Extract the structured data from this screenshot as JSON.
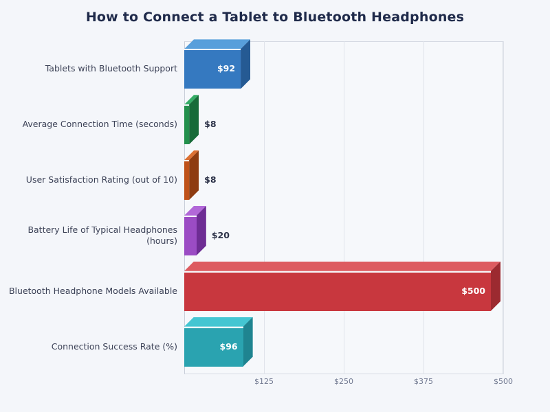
{
  "chart_data": {
    "type": "bar",
    "orientation": "horizontal",
    "style": "3d",
    "title": "How to Connect a Tablet to Bluetooth Headphones",
    "xlabel": "",
    "ylabel": "",
    "xlim": [
      0,
      500
    ],
    "grid": true,
    "legend": null,
    "xticks": [
      "$125",
      "$250",
      "$375",
      "$500"
    ],
    "xtick_values": [
      125,
      250,
      375,
      500
    ],
    "value_prefix": "$",
    "categories": [
      "Tablets with Bluetooth Support",
      "Average Connection Time (seconds)",
      "User Satisfaction Rating (out of 10)",
      "Battery Life of Typical Headphones (hours)",
      "Bluetooth Headphone Models Available",
      "Connection Success Rate (%)"
    ],
    "values": [
      92,
      8,
      8,
      20,
      500,
      96
    ],
    "value_labels": [
      "$92",
      "$8",
      "$8",
      "$20",
      "$500",
      "$96"
    ],
    "colors": [
      "#3579c0",
      "#23904c",
      "#bf5219",
      "#9b4cc4",
      "#c8373e",
      "#2aa3b0"
    ],
    "top_colors": [
      "#589fdb",
      "#35ad66",
      "#dc7134",
      "#b268d8",
      "#dd5b60",
      "#44c6d2"
    ],
    "side_colors": [
      "#255a93",
      "#176b38",
      "#8e3c11",
      "#6e2d94",
      "#9c2a30",
      "#1f8490"
    ],
    "background_color": "#f4f6fa",
    "title_color": "#1f2a4a",
    "label_color": "#3c4257",
    "tick_color": "#707890",
    "grid_color": "#dfe3ea"
  },
  "bars": [
    {
      "label": "Tablets with Bluetooth Support",
      "value_label": "$92",
      "label_lines": [
        "Tablets with Bluetooth Support"
      ]
    },
    {
      "label": "Average Connection Time (seconds)",
      "value_label": "$8",
      "label_lines": [
        "Average Connection Time (seconds)"
      ]
    },
    {
      "label": "User Satisfaction Rating (out of 10)",
      "value_label": "$8",
      "label_lines": [
        "User Satisfaction Rating (out of 10)"
      ]
    },
    {
      "label": "Battery Life of Typical Headphones (hours)",
      "value_label": "$20",
      "label_lines": [
        "Battery Life of Typical Headphones",
        "(hours)"
      ]
    },
    {
      "label": "Bluetooth Headphone Models Available",
      "value_label": "$500",
      "label_lines": [
        "Bluetooth Headphone Models Available"
      ]
    },
    {
      "label": "Connection Success Rate (%)",
      "value_label": "$96",
      "label_lines": [
        "Connection Success Rate (%)"
      ]
    }
  ],
  "axis": {
    "ticks": [
      {
        "label": "$125"
      },
      {
        "label": "$250"
      },
      {
        "label": "$375"
      },
      {
        "label": "$500"
      }
    ]
  }
}
